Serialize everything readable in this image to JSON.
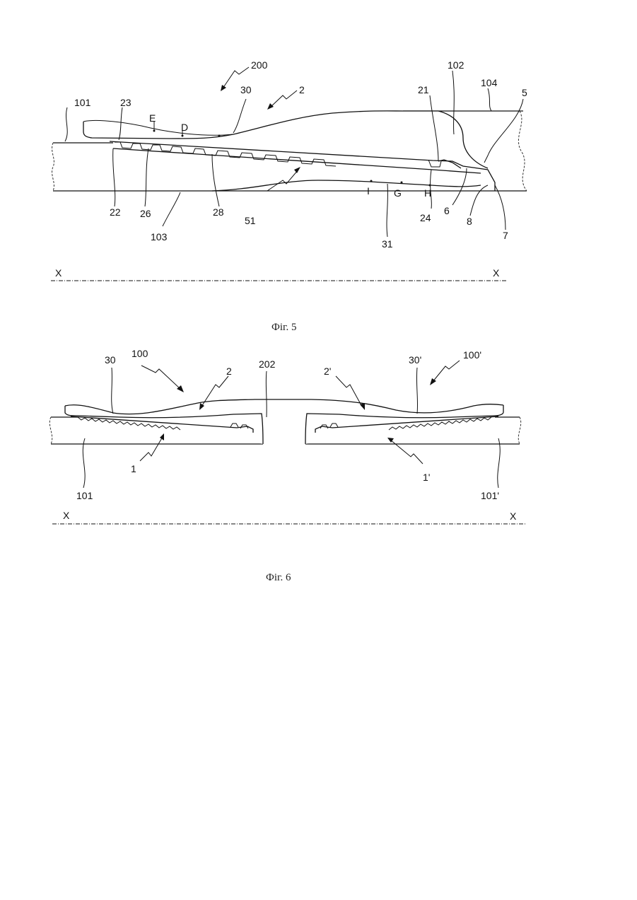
{
  "figures": [
    {
      "caption": "Фіг. 5",
      "labels": {
        "l200": "200",
        "l2": "2",
        "l30": "30",
        "l101": "101",
        "l23": "23",
        "lE": "E",
        "lD": "D",
        "l21": "21",
        "l102": "102",
        "l104": "104",
        "l5": "5",
        "l22": "22",
        "l26": "26",
        "l28": "28",
        "l103": "103",
        "l51": "51",
        "lI": "I",
        "lG": "G",
        "lH": "H",
        "l24": "24",
        "l6": "6",
        "l8": "8",
        "l7": "7",
        "l31": "31",
        "xLeft": "X",
        "xRight": "X"
      }
    },
    {
      "caption": "Фіг. 6",
      "labels": {
        "l30": "30",
        "l100": "100",
        "l202": "202",
        "l2": "2",
        "l2p": "2'",
        "l30p": "30'",
        "l100p": "100'",
        "l101": "101",
        "l1": "1",
        "l1p": "1'",
        "l101p": "101'",
        "xLeft": "X",
        "xRight": "X"
      }
    }
  ]
}
